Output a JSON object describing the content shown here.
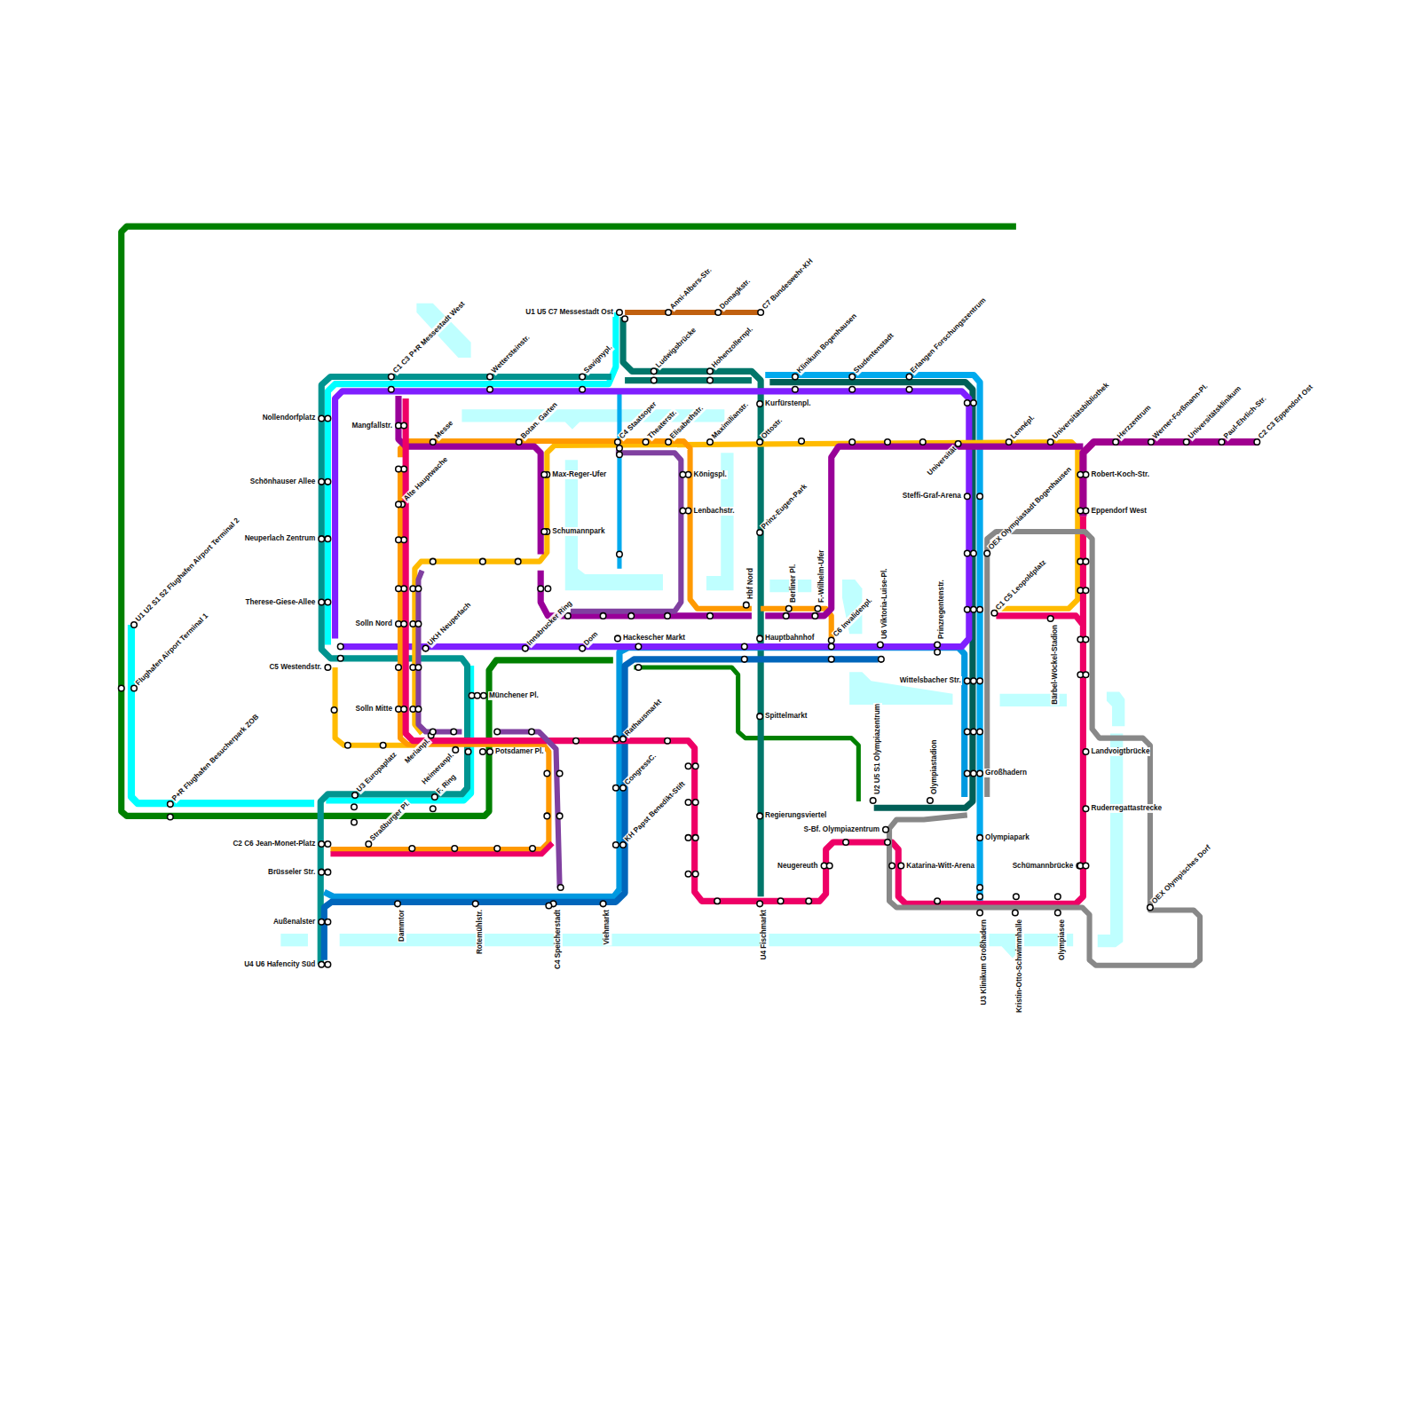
{
  "diagram": {
    "labels": [
      "U1 U5 C7 Messestadt Ost",
      "Anni-Albers-Str.",
      "Domagkstr.",
      "C7 Bundeswehr-KH",
      "C1 C3 P+R Messestadt West",
      "Wettersteinstr.",
      "Savignypl.",
      "Ludwigsbrücke",
      "Hohenzollernpl.",
      "Klinikum Bogenhausen",
      "Studentenstadt",
      "Erlangen Forschungszentrum",
      "Kurfürstenpl.",
      "Nollendorfplatz",
      "Mangfallstr.",
      "Messe",
      "Botan. Garten",
      "C4 Staatsoper",
      "Theaterstr.",
      "Elisabethstr.",
      "Maximilianstr.",
      "Ottostr.",
      "Universität",
      "Lennépl.",
      "Universitätsbibliothek",
      "Herzzentrum",
      "Werner-Forßmann-Pl.",
      "Universitätsklinikum",
      "Paul-Ehrlich-Str.",
      "C2 C3 Eppendorf Ost",
      "Schönhauser Allee",
      "Max-Reger-Ufer",
      "Königspl.",
      "Robert-Koch-Str.",
      "Alte Hauptwache",
      "Steffi-Graf-Arena",
      "Lenbachstr.",
      "Eppendorf West",
      "Schumannpark",
      "Prinz-Eugen-Park",
      "Neuperlach Zentrum",
      "OEX Olympiastadt Bogenhausen",
      "Therese-Giese-Allee",
      "Hbf Nord",
      "Berliner Pl.",
      "F.-Wilhelm-Ufer",
      "C1 C5 Leopoldplatz",
      "Solln Nord",
      "UKH Neuperlach",
      "Innsbrucker Ring",
      "Dom",
      "C6 Invalidenpl.",
      "Hackescher Markt",
      "Hauptbahnhof",
      "U6 Viktoria-Luise-Pl.",
      "Prinzregentenstr.",
      "Bärbel-Wöckel-Stadion",
      "C5 Westendstr.",
      "Wittelsbacher Str.",
      "Münchener Pl.",
      "Solln Mitte",
      "Spittelmarkt",
      "Rathausmarkt",
      "Merianpl.",
      "Heimeranpl.",
      "Potsdamer Pl.",
      "Landvoigtbrücke",
      "Großhadern",
      "CongressC.",
      "U3 Europaplatz",
      "F. Ring",
      "U2 U5 S1 Olympiazentrum",
      "Olympiastadion",
      "Ruderregattastrecke",
      "P+R Flughafen Besucherpark ZOB",
      "Regierungsviertel",
      "Straßburger Pl.",
      "S-Bf. Olympiazentrum",
      "Olympiapark",
      "KH Papst Benedikt-Stift",
      "C2 C6 Jean-Monet-Platz",
      "Neugereuth",
      "Katarina-Witt-Arena",
      "Schümannbrücke",
      "Brüsseler Str.",
      "OEX Olympisches Dorf",
      "Dammtor",
      "Rotemühlstr.",
      "C4 Speicherstadt",
      "Viehmarkt",
      "U4 Fischmarkt",
      "U3 Klinikum Großhadern",
      "Kristin-Otto-Schwimmhalle",
      "Olympiasee",
      "Außenalster",
      "U4 U6 Hafencity Süd",
      "U1 U2 S1 S2 Flughafen Airport Terminal 2",
      "Flughafen Airport Terminal 1"
    ]
  }
}
